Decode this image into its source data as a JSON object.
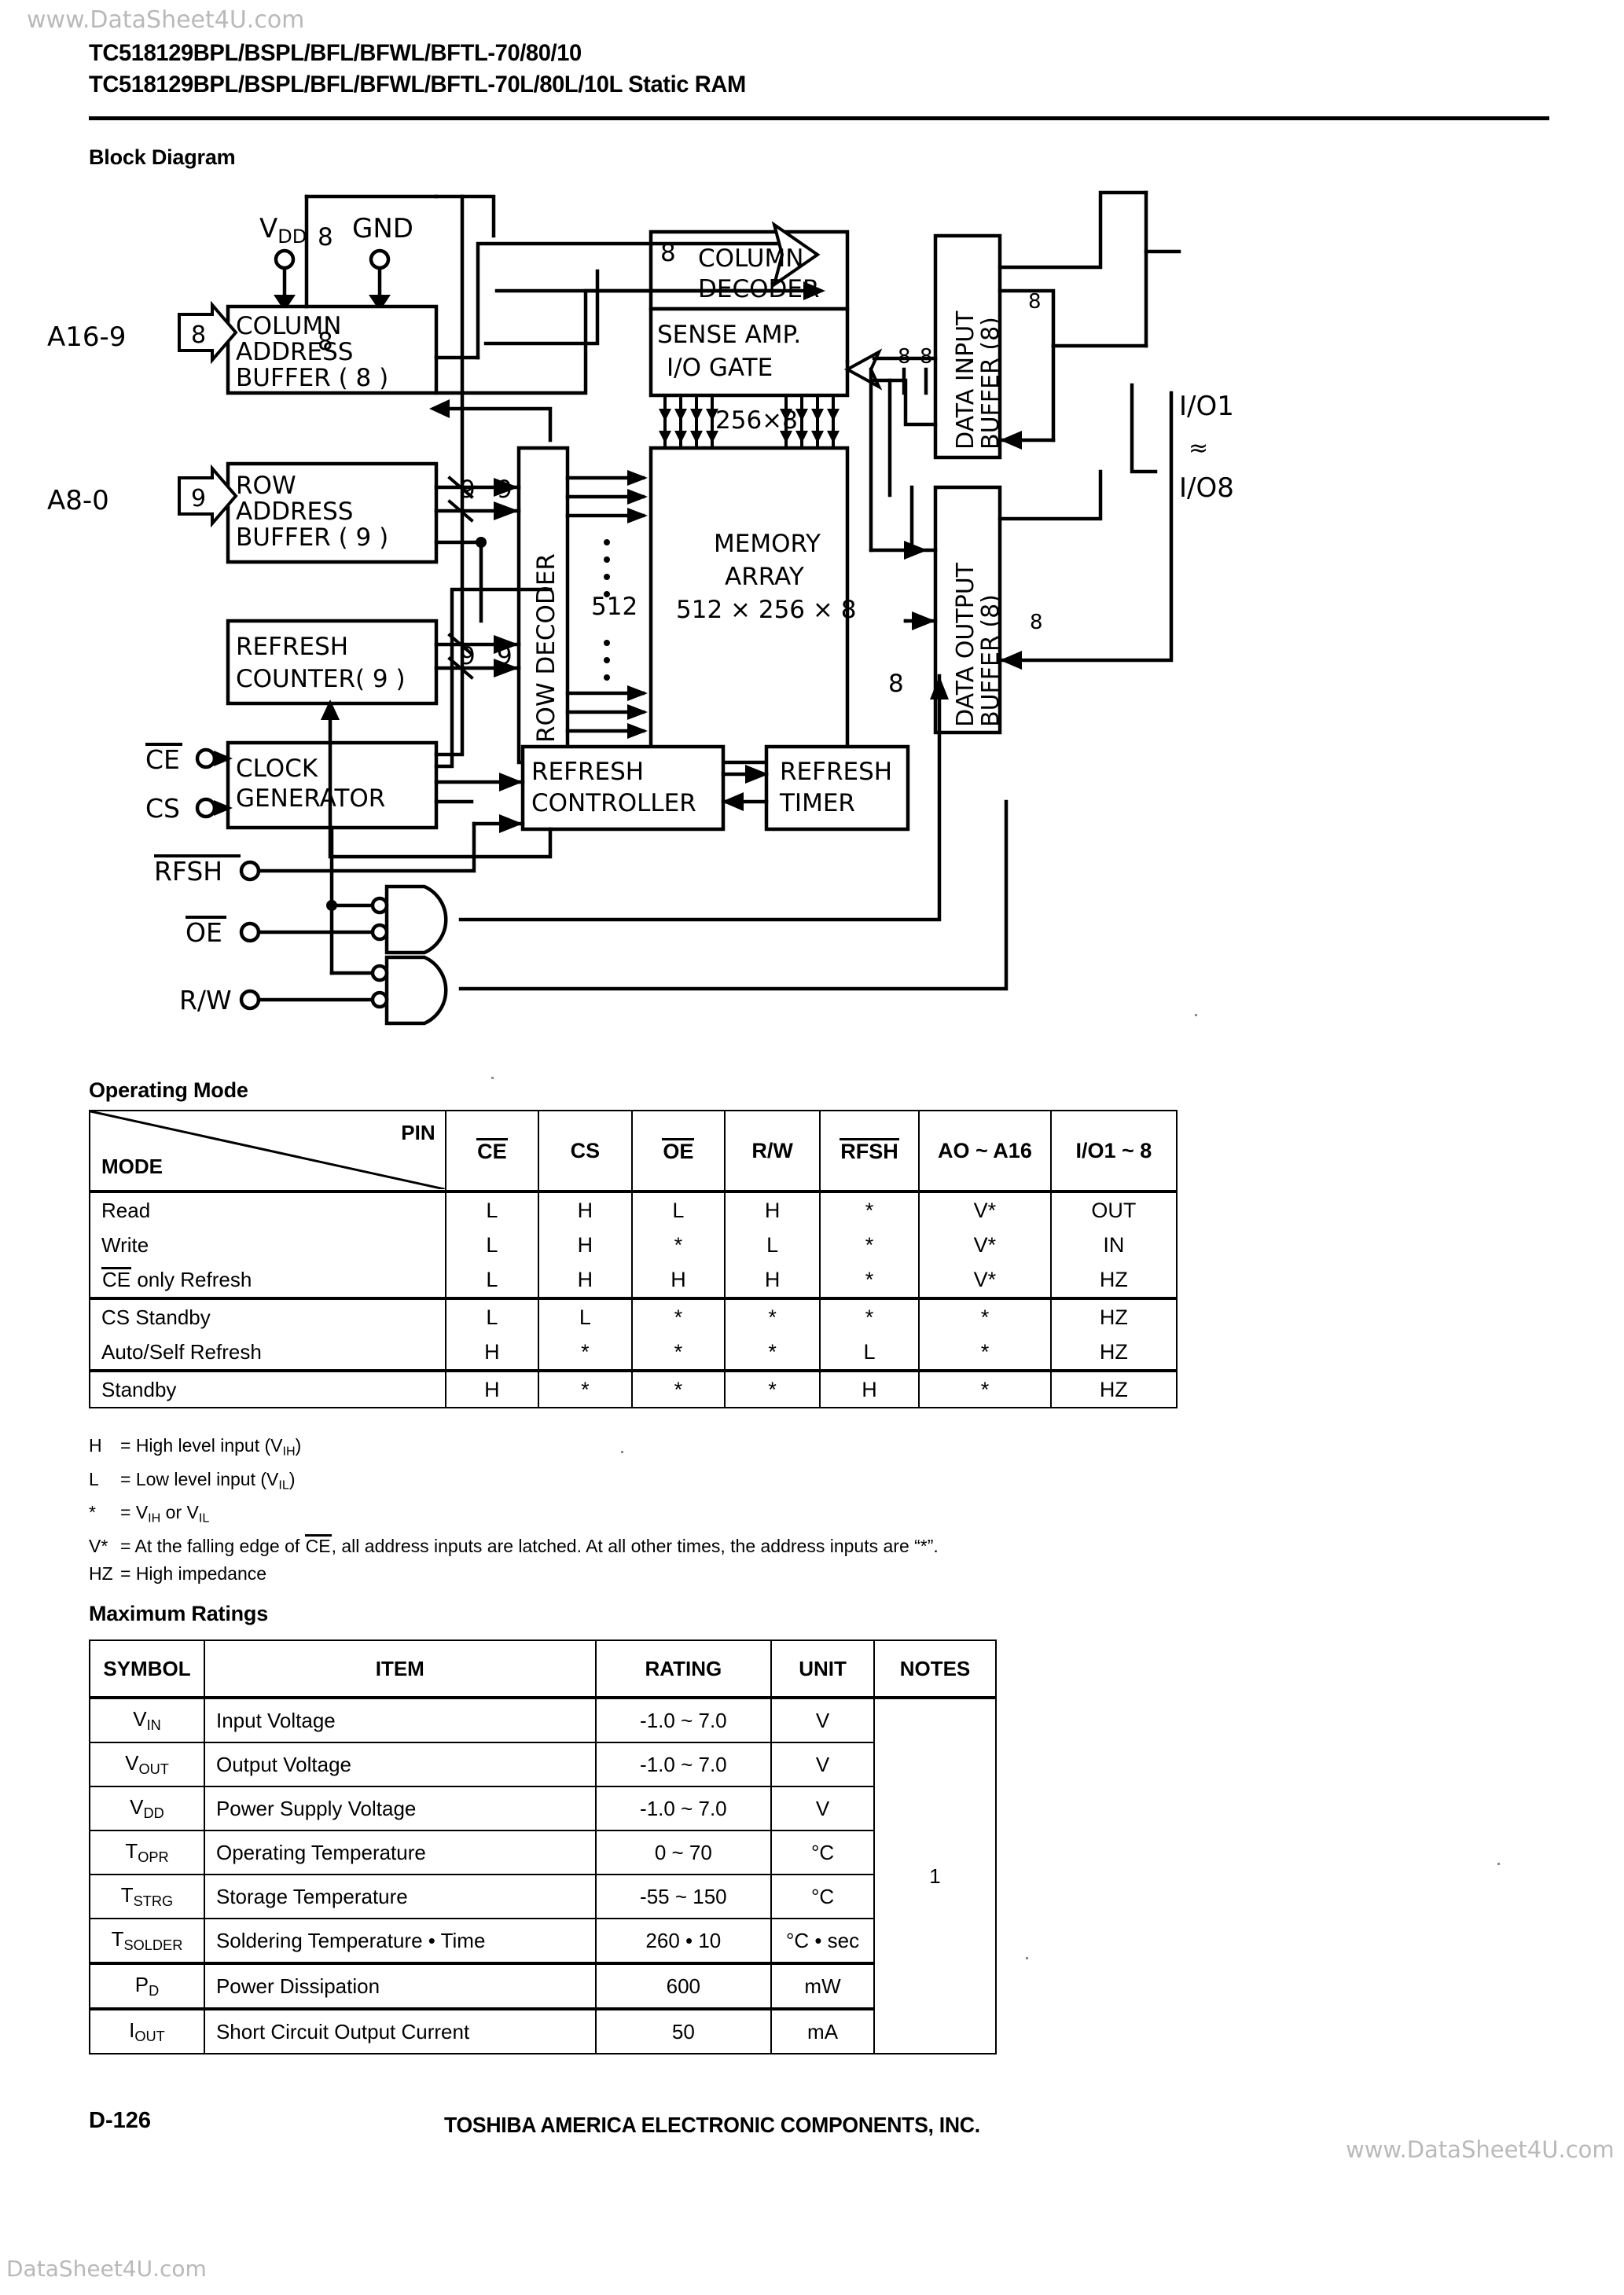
{
  "watermarks": {
    "top": "www.DataSheet4U.com",
    "middle": "www.DataSheet4U.com",
    "bottom": "DataSheet4U.com"
  },
  "header": {
    "title_line_1": "TC518129BPL/BSPL/BFL/BFWL/BFTL-70/80/10",
    "title_line_2": "TC518129BPL/BSPL/BFL/BFWL/BFTL-70L/80L/10L  Static RAM"
  },
  "sections": {
    "block_diagram": "Block Diagram",
    "operating_mode": "Operating Mode",
    "maximum_ratings": "Maximum Ratings"
  },
  "block_diagram": {
    "pins": {
      "vdd": "V",
      "vdd_sub": "DD",
      "gnd": "GND",
      "a16_9": "A16-9",
      "a8_0": "A8-0",
      "ce": "CE",
      "cs": "CS",
      "rfsh": "RFSH",
      "oe": "OE",
      "rw": "R/W",
      "io_top": "I/O1",
      "io_mid": "≣",
      "io_bottom": "I/O8"
    },
    "blocks": {
      "column_address_buffer": [
        "COLUMN",
        "ADDRESS",
        "BUFFER ( 8 )"
      ],
      "row_address_buffer": [
        "ROW",
        "ADDRESS",
        "BUFFER ( 9 )"
      ],
      "refresh_counter": [
        "REFRESH",
        "COUNTER( 9 )"
      ],
      "clock_generator": [
        "CLOCK",
        "GENERATOR"
      ],
      "row_decoder": "ROW DECODER",
      "column_decoder": [
        "COLUMN",
        "DECODER"
      ],
      "sense_amp": [
        "SENSE AMP.",
        "I/O GATE"
      ],
      "memory_array": [
        "MEMORY",
        "ARRAY",
        "512 × 256 × 8"
      ],
      "data_input_buffer": "DATA INPUT BUFFER (8)",
      "data_output_buffer": "DATA OUTPUT BUFFER (8)",
      "refresh_controller": [
        "REFRESH",
        "CONTROLLER"
      ],
      "refresh_timer": [
        "REFRESH",
        "TIMER"
      ]
    },
    "bus_labels": {
      "col_addr_in": "8",
      "col_addr_out_a": "8",
      "col_addr_out_b": "8",
      "row_addr_in": "9",
      "row_addr_out_a": "9",
      "row_addr_out_b": "9",
      "refresh_cnt_out_a": "9",
      "refresh_cnt_out_b": "9",
      "row_lines": "512",
      "sense_io_lines": "256×8",
      "din_bus_a": "8",
      "din_bus_b": "8",
      "dout_bus_a": "8",
      "dout_bus_b": "8"
    }
  },
  "operating_mode_table": {
    "corner": {
      "pin": "PIN",
      "mode": "MODE"
    },
    "columns": [
      "CE",
      "CS",
      "OE",
      "R/W",
      "RFSH",
      "AO ~ A16",
      "I/O1 ~ 8"
    ],
    "columns_overline": [
      true,
      false,
      true,
      false,
      true,
      false,
      false
    ],
    "groups": [
      {
        "rows": [
          {
            "mode": "Read",
            "mode_overline_prefix": "",
            "values": [
              "L",
              "H",
              "L",
              "H",
              "*",
              "V*",
              "OUT"
            ]
          },
          {
            "mode": "Write",
            "mode_overline_prefix": "",
            "values": [
              "L",
              "H",
              "*",
              "L",
              "*",
              "V*",
              "IN"
            ]
          },
          {
            "mode": " only Refresh",
            "mode_overline_prefix": "CE",
            "values": [
              "L",
              "H",
              "H",
              "H",
              "*",
              "V*",
              "HZ"
            ]
          }
        ]
      },
      {
        "rows": [
          {
            "mode": "CS Standby",
            "mode_overline_prefix": "",
            "values": [
              "L",
              "L",
              "*",
              "*",
              "*",
              "*",
              "HZ"
            ]
          },
          {
            "mode": "Auto/Self Refresh",
            "mode_overline_prefix": "",
            "values": [
              "H",
              "*",
              "*",
              "*",
              "L",
              "*",
              "HZ"
            ]
          }
        ]
      },
      {
        "rows": [
          {
            "mode": "Standby",
            "mode_overline_prefix": "",
            "values": [
              "H",
              "*",
              "*",
              "*",
              "H",
              "*",
              "HZ"
            ]
          }
        ]
      }
    ]
  },
  "footnotes": [
    {
      "key": "H",
      "text_before": "= High level input (V",
      "sub": "IH",
      "text_after": ")"
    },
    {
      "key": "L",
      "text_before": "= Low level input (V",
      "sub": "IL",
      "text_after": ")"
    },
    {
      "key": "*",
      "text_before": "= V",
      "sub": "IH",
      "text_after": " or V",
      "sub2": "IL"
    },
    {
      "key": "V*",
      "text_before": "= At the falling edge of ",
      "overline": "CE",
      "text_after": ", all address inputs are latched. At all other times, the address inputs are “*”."
    },
    {
      "key": "HZ",
      "text_before": "= High impedance",
      "sub": "",
      "text_after": ""
    }
  ],
  "max_ratings_table": {
    "headers": [
      "SYMBOL",
      "ITEM",
      "RATING",
      "UNIT",
      "NOTES"
    ],
    "rows": [
      {
        "symbol": "V",
        "symbol_sub": "IN",
        "item": "Input Voltage",
        "rating": "-1.0 ~ 7.0",
        "unit": "V"
      },
      {
        "symbol": "V",
        "symbol_sub": "OUT",
        "item": "Output Voltage",
        "rating": "-1.0 ~ 7.0",
        "unit": "V"
      },
      {
        "symbol": "V",
        "symbol_sub": "DD",
        "item": "Power Supply Voltage",
        "rating": "-1.0 ~ 7.0",
        "unit": "V"
      },
      {
        "symbol": "T",
        "symbol_sub": "OPR",
        "item": "Operating Temperature",
        "rating": "0 ~ 70",
        "unit": "°C"
      },
      {
        "symbol": "T",
        "symbol_sub": "STRG",
        "item": "Storage Temperature",
        "rating": "-55 ~ 150",
        "unit": "°C"
      },
      {
        "symbol": "T",
        "symbol_sub": "SOLDER",
        "item": "Soldering Temperature • Time",
        "rating": "260 • 10",
        "unit": "°C • sec"
      },
      {
        "symbol": "P",
        "symbol_sub": "D",
        "item": "Power Dissipation",
        "rating": "600",
        "unit": "mW"
      },
      {
        "symbol": "I",
        "symbol_sub": "OUT",
        "item": "Short Circuit Output Current",
        "rating": "50",
        "unit": "mA"
      }
    ],
    "notes_value": "1"
  },
  "footer": {
    "page_number": "D-126",
    "company": "TOSHIBA AMERICA ELECTRONIC COMPONENTS, INC."
  }
}
